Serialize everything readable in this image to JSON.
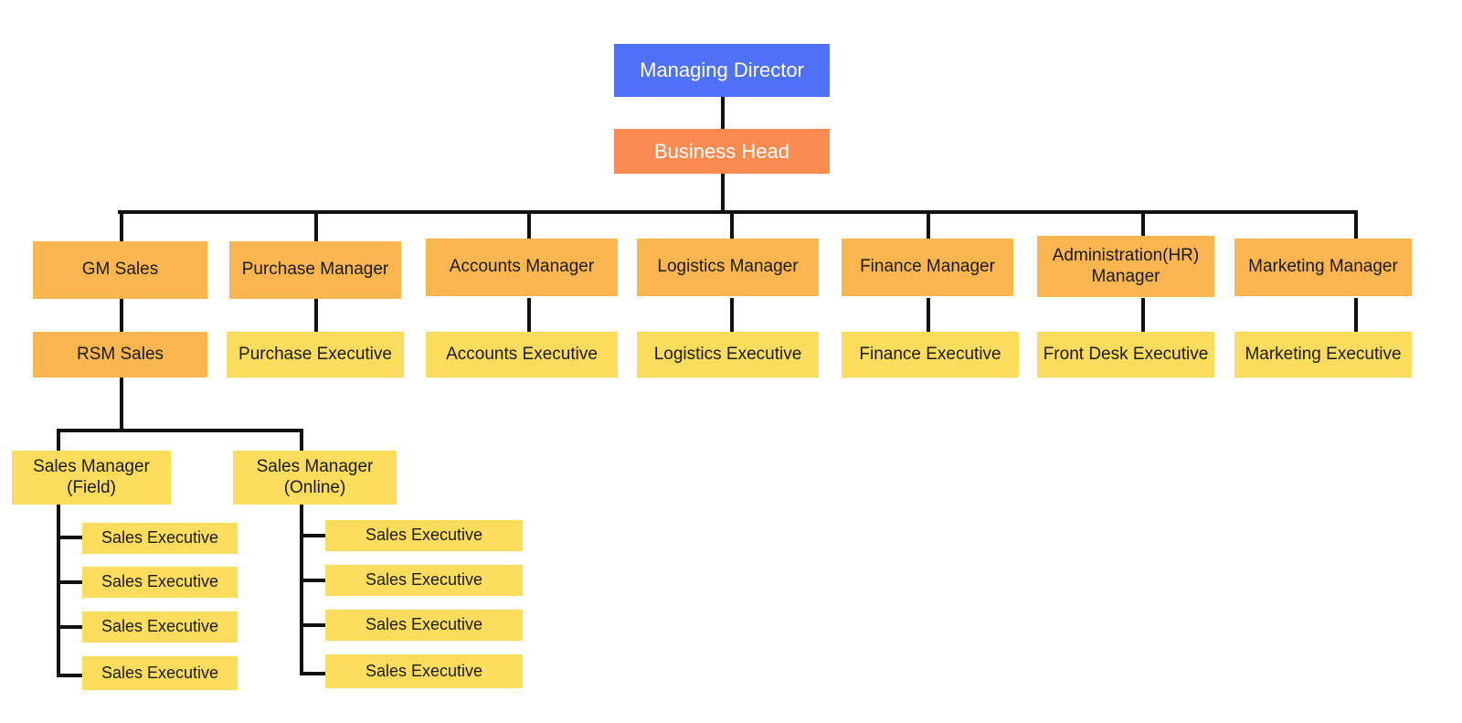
{
  "chart_data": {
    "type": "diagram",
    "diagram_type": "organizational-chart",
    "title": "",
    "colors": {
      "director": "#4f71f5",
      "business_head": "#fb8b50",
      "manager": "#fcb64f",
      "executive": "#fcdc5d",
      "connector": "#111111",
      "background": "#ffffff",
      "text_light": "#ffffff",
      "text_dark": "#1a1a1a"
    },
    "levels": [
      {
        "level": 1,
        "nodes": [
          "Managing Director"
        ]
      },
      {
        "level": 2,
        "nodes": [
          "Business Head"
        ]
      },
      {
        "level": 3,
        "nodes": [
          "GM Sales",
          "Purchase Manager",
          "Accounts Manager",
          "Logistics Manager",
          "Finance Manager",
          "Administration(HR) Manager",
          "Marketing Manager"
        ]
      },
      {
        "level": 4,
        "nodes": [
          "RSM Sales",
          "Purchase Executive",
          "Accounts Executive",
          "Logistics Executive",
          "Finance Executive",
          "Front Desk Executive",
          "Marketing Executive"
        ]
      },
      {
        "level": 5,
        "nodes": [
          "Sales Manager (Field)",
          "Sales Manager (Online)"
        ]
      },
      {
        "level": 6,
        "nodes": [
          "Sales Executive",
          "Sales Executive",
          "Sales Executive",
          "Sales Executive",
          "Sales Executive",
          "Sales Executive",
          "Sales Executive",
          "Sales Executive"
        ]
      }
    ],
    "edges": [
      {
        "from": "Managing Director",
        "to": "Business Head"
      },
      {
        "from": "Business Head",
        "to": "GM Sales"
      },
      {
        "from": "Business Head",
        "to": "Purchase Manager"
      },
      {
        "from": "Business Head",
        "to": "Accounts Manager"
      },
      {
        "from": "Business Head",
        "to": "Logistics Manager"
      },
      {
        "from": "Business Head",
        "to": "Finance Manager"
      },
      {
        "from": "Business Head",
        "to": "Administration(HR) Manager"
      },
      {
        "from": "Business Head",
        "to": "Marketing Manager"
      },
      {
        "from": "GM Sales",
        "to": "RSM Sales"
      },
      {
        "from": "Purchase Manager",
        "to": "Purchase Executive"
      },
      {
        "from": "Accounts Manager",
        "to": "Accounts Executive"
      },
      {
        "from": "Logistics Manager",
        "to": "Logistics Executive"
      },
      {
        "from": "Finance Manager",
        "to": "Finance Executive"
      },
      {
        "from": "Administration(HR) Manager",
        "to": "Front Desk Executive"
      },
      {
        "from": "Marketing Manager",
        "to": "Marketing Executive"
      },
      {
        "from": "RSM Sales",
        "to": "Sales Manager (Field)"
      },
      {
        "from": "RSM Sales",
        "to": "Sales Manager (Online)"
      },
      {
        "from": "Sales Manager (Field)",
        "to": "Sales Executive"
      },
      {
        "from": "Sales Manager (Field)",
        "to": "Sales Executive"
      },
      {
        "from": "Sales Manager (Field)",
        "to": "Sales Executive"
      },
      {
        "from": "Sales Manager (Field)",
        "to": "Sales Executive"
      },
      {
        "from": "Sales Manager (Online)",
        "to": "Sales Executive"
      },
      {
        "from": "Sales Manager (Online)",
        "to": "Sales Executive"
      },
      {
        "from": "Sales Manager (Online)",
        "to": "Sales Executive"
      },
      {
        "from": "Sales Manager (Online)",
        "to": "Sales Executive"
      }
    ]
  },
  "org": {
    "director": {
      "label": "Managing Director"
    },
    "business_head": {
      "label": "Business Head"
    },
    "managers": [
      {
        "label": "GM Sales"
      },
      {
        "label": "Purchase Manager"
      },
      {
        "label": "Accounts Manager"
      },
      {
        "label": "Logistics Manager"
      },
      {
        "label": "Finance Manager"
      },
      {
        "label": "Administration(HR)\nManager"
      },
      {
        "label": "Marketing Manager"
      }
    ],
    "executives": [
      {
        "label": "RSM Sales"
      },
      {
        "label": "Purchase Executive"
      },
      {
        "label": "Accounts Executive"
      },
      {
        "label": "Logistics Executive"
      },
      {
        "label": "Finance Executive"
      },
      {
        "label": "Front Desk Executive"
      },
      {
        "label": "Marketing Executive"
      }
    ],
    "sales_managers": [
      {
        "label": "Sales Manager\n(Field)"
      },
      {
        "label": "Sales Manager\n(Online)"
      }
    ],
    "field_sales_executives": [
      {
        "label": "Sales Executive"
      },
      {
        "label": "Sales Executive"
      },
      {
        "label": "Sales Executive"
      },
      {
        "label": "Sales Executive"
      }
    ],
    "online_sales_executives": [
      {
        "label": "Sales Executive"
      },
      {
        "label": "Sales Executive"
      },
      {
        "label": "Sales Executive"
      },
      {
        "label": "Sales Executive"
      }
    ]
  }
}
